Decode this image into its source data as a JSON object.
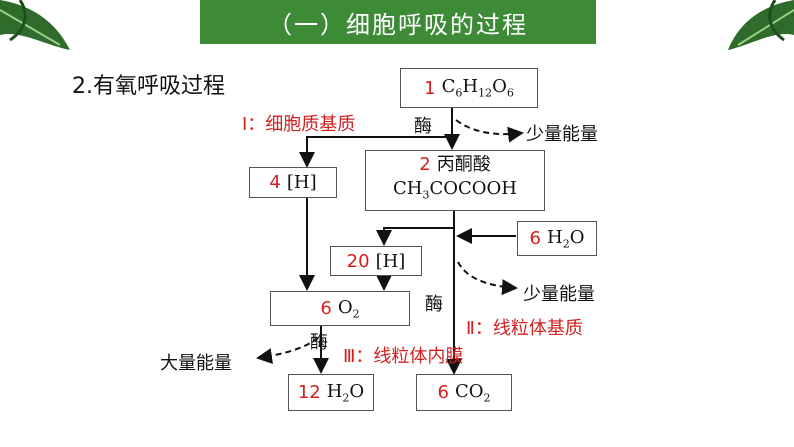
{
  "title": "（一）细胞呼吸的过程",
  "heading": "2.有氧呼吸过程",
  "boxes": {
    "glucose": {
      "num": "1",
      "formula_html": "C<sub>6</sub>H<sub>12</sub>O<sub>6</sub>"
    },
    "pyruvate": {
      "num": "2",
      "name": "丙酮酸",
      "formula_html": "CH<sub>3</sub>COCOOH"
    },
    "h4": {
      "num": "4",
      "text": "[H]"
    },
    "water_in": {
      "num": "6",
      "formula_html": "H<sub>2</sub>O"
    },
    "h20": {
      "num": "20",
      "text": "[H]"
    },
    "oxygen": {
      "num": "6",
      "formula_html": "O<sub>2</sub>"
    },
    "water_out": {
      "num": "12",
      "formula_html": "H<sub>2</sub>O"
    },
    "co2": {
      "num": "6",
      "formula_html": "CO<sub>2</sub>"
    }
  },
  "labels": {
    "stage1": "Ⅰ：细胞质基质",
    "stage2": "Ⅱ：线粒体基质",
    "stage3": "Ⅲ：线粒体内膜",
    "enzyme1": "酶",
    "enzyme2": "酶",
    "enzyme3": "酶",
    "energy_small_1": "少量能量",
    "energy_small_2": "少量能量",
    "energy_large": "大量能量"
  },
  "colors": {
    "title_bg": "#3d8b37",
    "stage_text": "#d42020",
    "number_text": "#d42020"
  },
  "icons": [
    "palm-leaf-icon-left",
    "palm-leaf-icon-right"
  ]
}
